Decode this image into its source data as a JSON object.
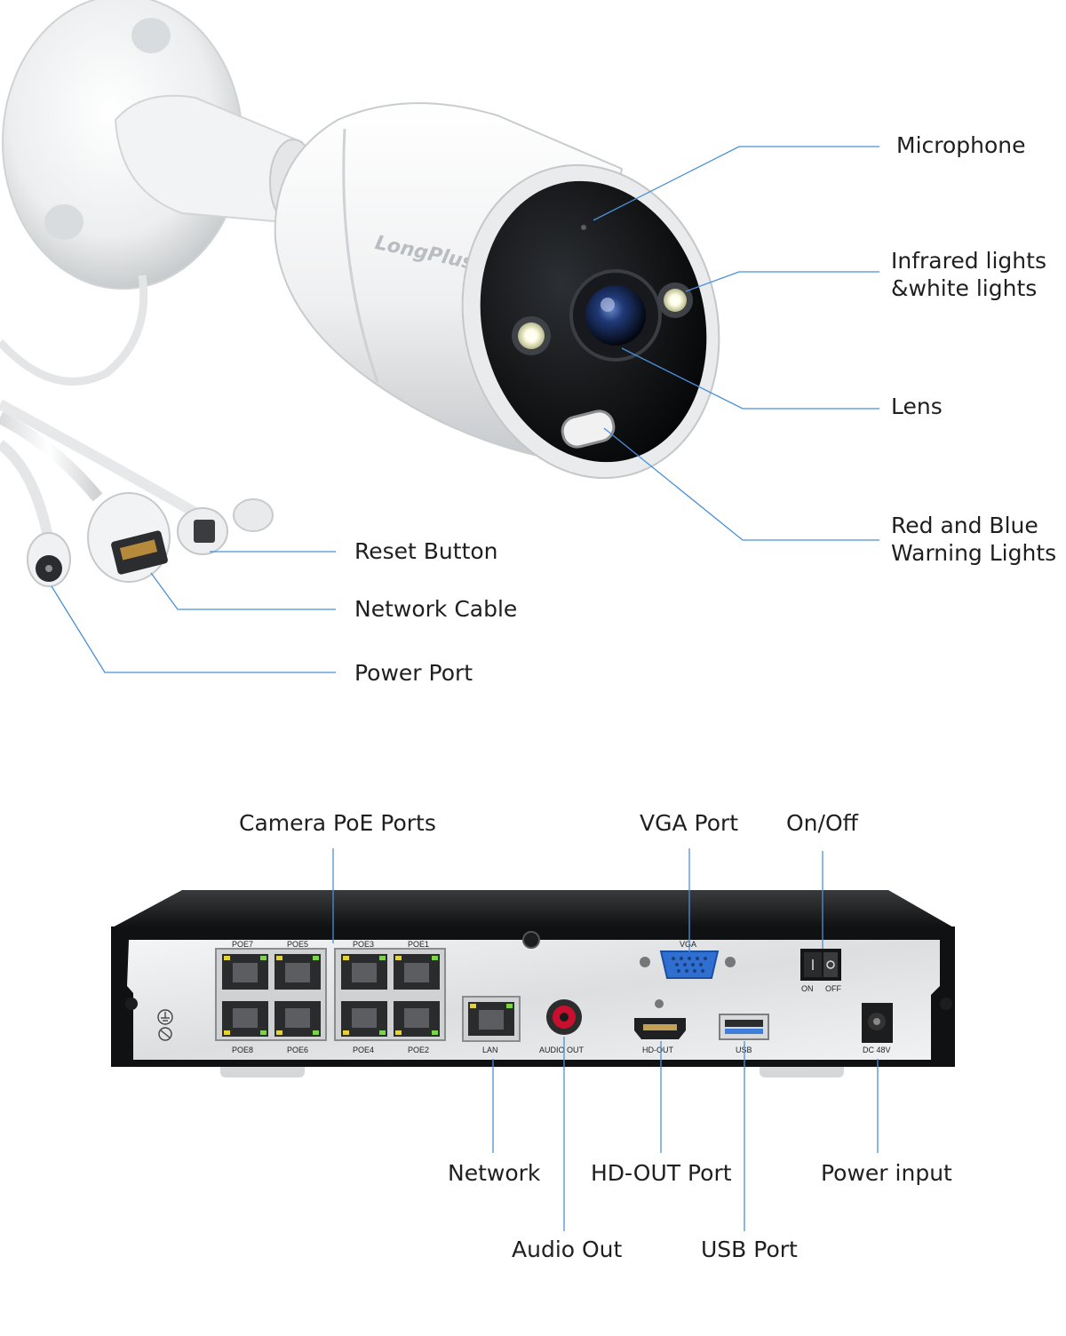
{
  "camera": {
    "brand": "LongPlus",
    "labels": {
      "microphone": "Microphone",
      "lights_line1": "Infrared lights",
      "lights_line2": "&white lights",
      "lens": "Lens",
      "warning_line1": "Red and Blue",
      "warning_line2": "Warning Lights",
      "reset": "Reset Button",
      "network_cable": "Network Cable",
      "power_port": "Power Port"
    }
  },
  "nvr": {
    "labels": {
      "poe_ports": "Camera PoE Ports",
      "vga": "VGA Port",
      "onoff": "On/Off",
      "network": "Network",
      "hdout": "HD-OUT Port",
      "power": "Power input",
      "audio": "Audio Out",
      "usb": "USB Port"
    },
    "panel": {
      "poe7": "POE7",
      "poe5": "POE5",
      "poe3": "POE3",
      "poe1": "POE1",
      "poe8": "POE8",
      "poe6": "POE6",
      "poe4": "POE4",
      "poe2": "POE2",
      "lan": "LAN",
      "audio_out": "AUDIO OUT",
      "vga": "VGA",
      "hd_out": "HD-OUT",
      "usb": "USB",
      "on": "ON",
      "off": "OFF",
      "dc": "DC 48V"
    }
  },
  "colors": {
    "leader": "#4a90d9",
    "accent_red": "#c8102e",
    "vga_blue": "#2f6fd1",
    "led_green": "#7bd34a",
    "led_yellow": "#e3d23a"
  },
  "icons": [
    "ground-icon"
  ]
}
